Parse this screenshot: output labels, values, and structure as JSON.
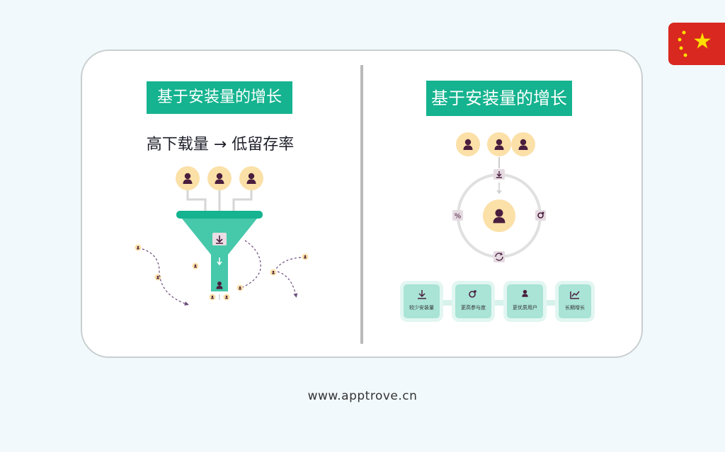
{
  "left_panel": {
    "title": "基于安装量的增长",
    "subtitle": "高下载量 → 低留存率"
  },
  "right_panel": {
    "title": "基于安装量的增长",
    "flow_steps": [
      "较少安装量",
      "更高参与度",
      "更优质用户",
      "长期增长"
    ]
  },
  "footer": {
    "url": "www.apptrove.cn"
  },
  "colors": {
    "accent": "#15b38f",
    "avatar_bg": "#fbe0a8",
    "avatar_fg": "#4a1e3e",
    "funnel": "#46c8aa",
    "flag": "#d8281f"
  },
  "icons": {
    "flag": "china-flag-icon",
    "avatar": "user-avatar-icon",
    "download": "download-icon",
    "engagement": "engagement-icon",
    "quality": "quality-user-icon",
    "growth": "growth-chart-icon",
    "percent": "percent-icon",
    "refresh": "refresh-icon"
  }
}
